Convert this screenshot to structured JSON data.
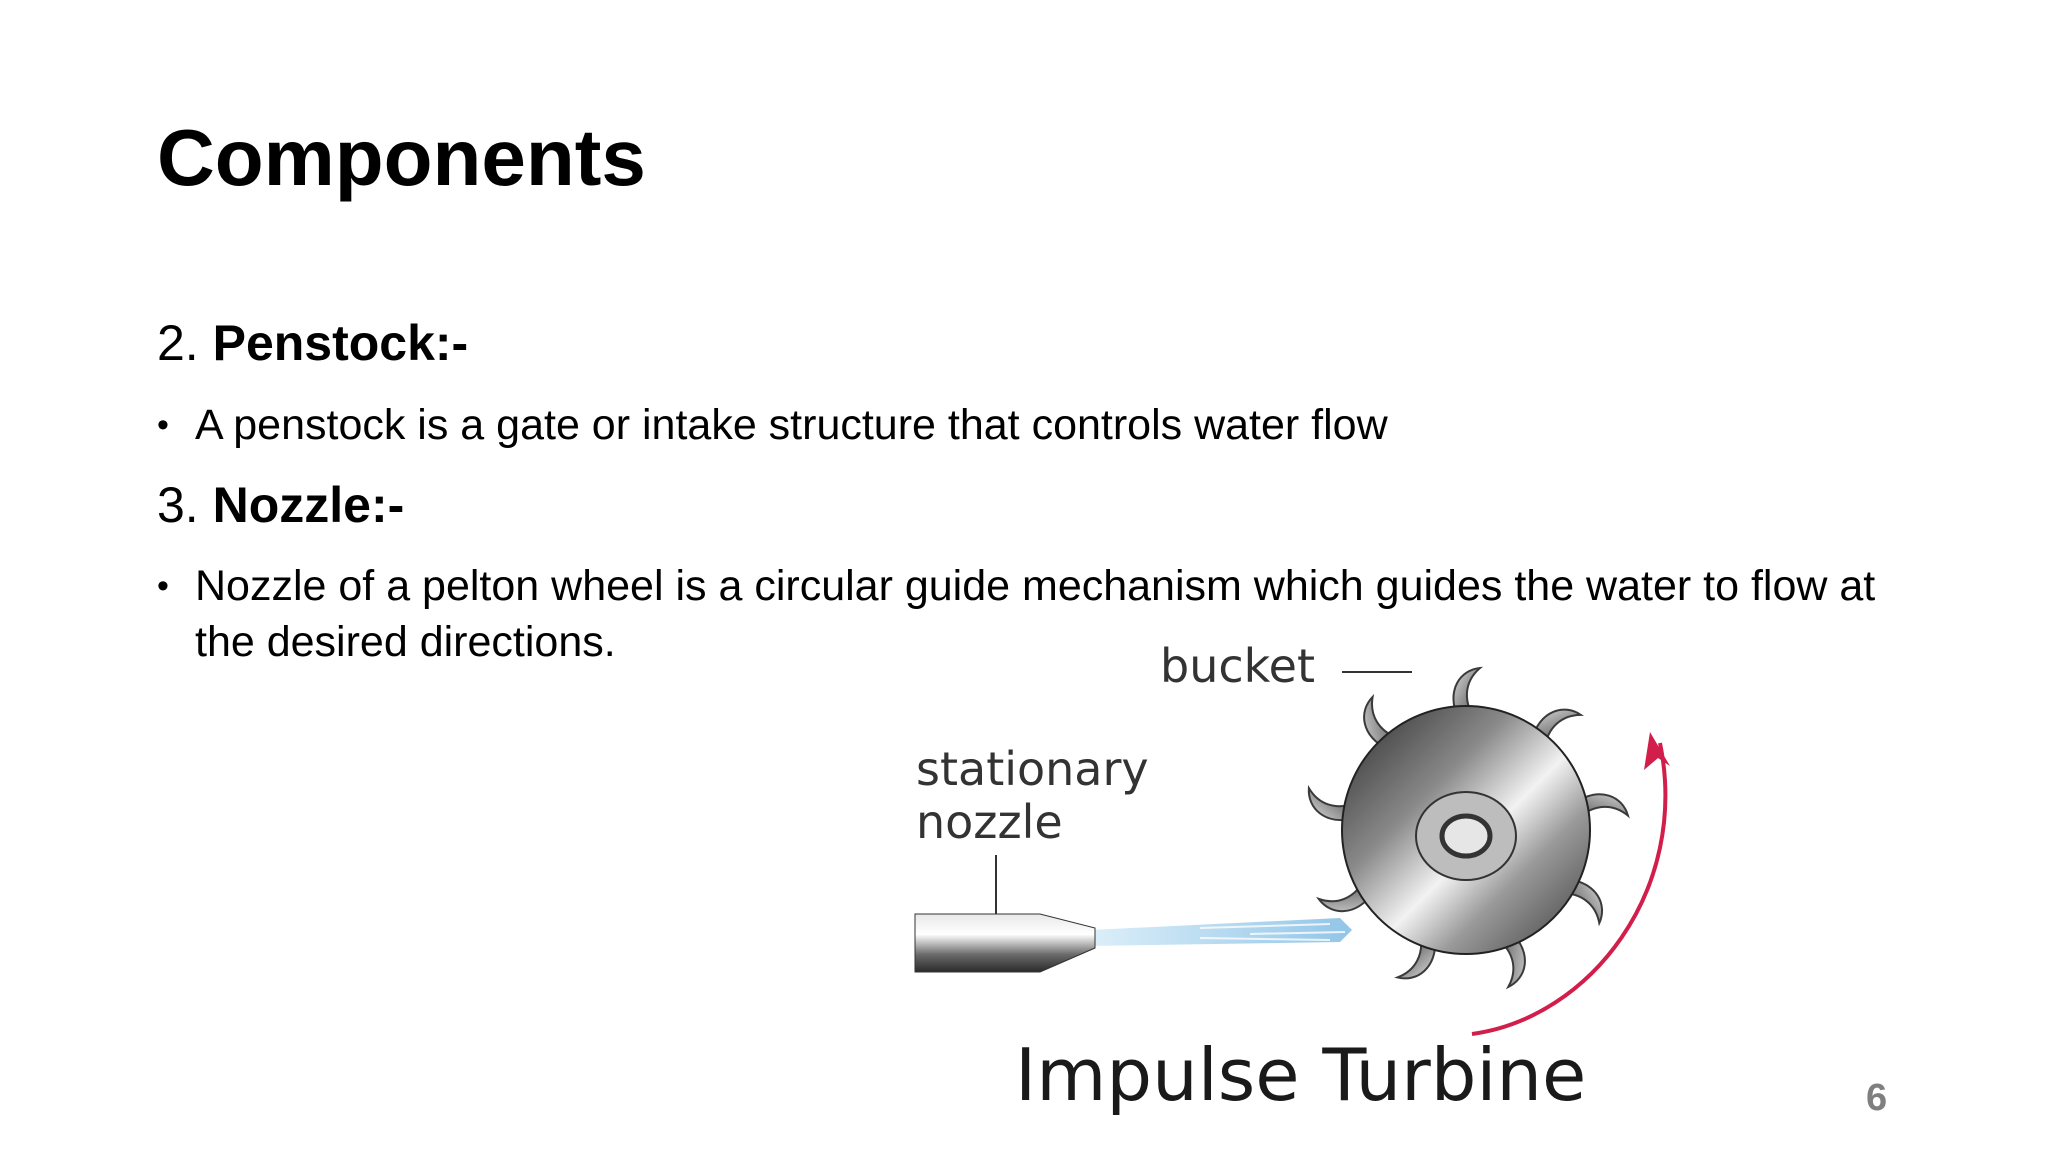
{
  "slide": {
    "title": "Components",
    "page_number": "6"
  },
  "sections": [
    {
      "number": "2. ",
      "name": "Penstock:-",
      "bullet": "A penstock is a gate or intake structure that controls water flow"
    },
    {
      "number": "3. ",
      "name": "Nozzle:-",
      "bullet": "Nozzle of a pelton wheel is a circular guide mechanism which guides the water to flow at the desired directions."
    }
  ],
  "bullet_glyph": "•",
  "figure": {
    "label_bucket": "bucket",
    "label_nozzle_line1": "stationary",
    "label_nozzle_line2": "nozzle",
    "caption": "Impulse Turbine",
    "colors": {
      "arrow": "#d21e4a",
      "water_jet": "#9ccbe8",
      "label_text": "#333333"
    }
  }
}
